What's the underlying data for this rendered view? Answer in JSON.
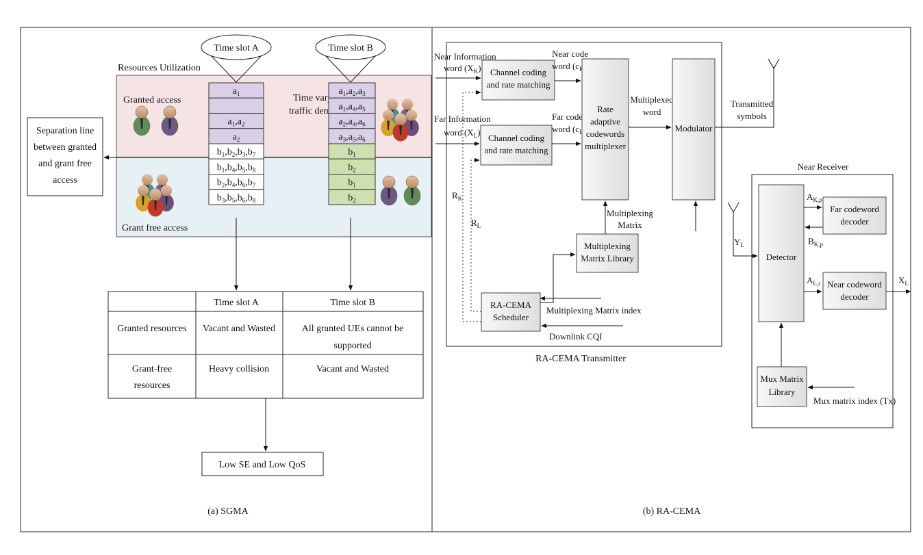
{
  "colors": {
    "granted_bg": "#f6e4e4",
    "grantfree_bg": "#e7f0f4",
    "slot_a_fill": "#d9d0e8",
    "slot_b_fill": "#cfe0b0",
    "block_fill": "#ececec"
  },
  "icons": [
    "user-group-icon",
    "user-icon",
    "antenna-icon"
  ],
  "sgma": {
    "caption": "(a) SGMA",
    "resources_utilization": "Resources Utilization",
    "time_slot_a": "Time slot A",
    "time_slot_b": "Time slot B",
    "granted_access": "Granted access",
    "grant_free_access": "Grant free access",
    "time_varying_1": "Time varying",
    "time_varying_2": "traffic demands",
    "separation": [
      "Separation line",
      "between granted",
      "and grant free",
      "access"
    ],
    "slot_a_rows": [
      {
        "base": "a",
        "subs": [
          "1"
        ]
      },
      {
        "base": "",
        "subs": []
      },
      {
        "base": "a",
        "subs": [
          "1",
          "2"
        ]
      },
      {
        "base": "a",
        "subs": [
          "2"
        ]
      },
      {
        "base": "b",
        "subs": [
          "1",
          "2",
          "3",
          "7"
        ]
      },
      {
        "base": "b",
        "subs": [
          "1",
          "4",
          "5",
          "8"
        ]
      },
      {
        "base": "b",
        "subs": [
          "2",
          "4",
          "6",
          "7"
        ]
      },
      {
        "base": "b",
        "subs": [
          "3",
          "5",
          "6",
          "8"
        ]
      }
    ],
    "slot_b_rows": [
      {
        "base": "a",
        "subs": [
          "1",
          "2",
          "3"
        ]
      },
      {
        "base": "a",
        "subs": [
          "1",
          "4",
          "5"
        ]
      },
      {
        "base": "a",
        "subs": [
          "2",
          "4",
          "6"
        ]
      },
      {
        "base": "a",
        "subs": [
          "3",
          "5",
          "6"
        ]
      },
      {
        "base": "b",
        "subs": [
          "1"
        ]
      },
      {
        "base": "b",
        "subs": [
          "2"
        ]
      },
      {
        "base": "b",
        "subs": [
          "1"
        ]
      },
      {
        "base": "b",
        "subs": [
          "2"
        ]
      }
    ],
    "table": {
      "headers": [
        "",
        "Time slot A",
        "Time slot B"
      ],
      "rows": [
        {
          "label": [
            "Granted resources"
          ],
          "a": [
            "Vacant and Wasted"
          ],
          "b": [
            "All granted UEs cannot be",
            "supported"
          ]
        },
        {
          "label": [
            "Grant-free",
            "resources"
          ],
          "a": [
            "Heavy collision"
          ],
          "b": [
            "Vacant and Wasted"
          ]
        }
      ]
    },
    "result": "Low SE and Low QoS"
  },
  "racema": {
    "caption": "(b) RA-CEMA",
    "transmitter_label": "RA-CEMA Transmitter",
    "near_info": "Near Information",
    "near_word_prefix": "word (X",
    "near_word_sub": "K",
    "far_info": "Far Information",
    "far_word_prefix": "word (X",
    "far_word_sub": "L",
    "channel_coding_1": "Channel coding",
    "channel_coding_2": "and rate matching",
    "near_code_1": "Near code",
    "near_code_2_prefix": "word (c",
    "near_code_sub": "K",
    "far_code_1": "Far code",
    "far_code_2_prefix": "word (c",
    "far_code_sub": "L",
    "multiplexer": [
      "Rate",
      "adaptive",
      "codewords",
      "multiplexer"
    ],
    "multiplexed_word": [
      "Multiplexed",
      "word"
    ],
    "modulator": "Modulator",
    "transmitted_symbols": [
      "Transmitted",
      "symbols"
    ],
    "rk": "R",
    "rk_sub": "K",
    "rl": "R",
    "rl_sub": "L",
    "multiplexing_matrix": [
      "Multiplexing",
      "Matrix"
    ],
    "matrix_library": [
      "Multiplexing",
      "Matrix Library"
    ],
    "scheduler": [
      "RA-CEMA",
      "Scheduler"
    ],
    "matrix_index": "Multiplexing Matrix index",
    "downlink_cqi": "Downlink CQI",
    "near_receiver": "Near Receiver",
    "yl": "Y",
    "yl_sub": "L",
    "detector": "Detector",
    "akp": "A",
    "akp_sub": "K,p",
    "bkp": "B",
    "bkp_sub": "K,p",
    "alr": "A",
    "alr_sub": "L,r",
    "far_decoder": [
      "Far codeword",
      "decoder"
    ],
    "near_decoder": [
      "Near codeword",
      "decoder"
    ],
    "xl": "X",
    "xl_sub": "L",
    "mux_library": [
      "Mux Matrix",
      "Library"
    ],
    "mux_index": "Mux matrix index (Tx)"
  }
}
